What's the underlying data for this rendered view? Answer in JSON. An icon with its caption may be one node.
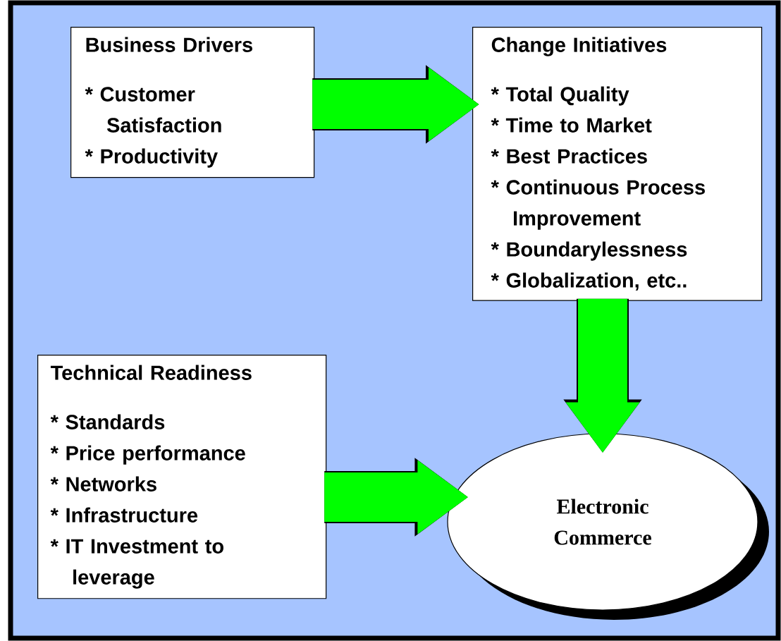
{
  "diagram": {
    "nodes": [
      {
        "text": [
          "Business Drivers",
          "* Customer Satisfaction",
          "* Productivity"
        ]
      },
      {
        "text": [
          "Change Initiatives",
          "* Total Quality",
          "* Time to Market",
          "* Best Practices",
          "* Continuous Process Improvement",
          "* Boundarylessness",
          "* Globalization, etc.."
        ]
      },
      {
        "text": [
          "Technical Readiness",
          "* Standards",
          "* Price performance",
          "* Networks",
          "* Infrastructure",
          "* IT Investment to leverage"
        ]
      },
      {
        "text": [
          "Electronic Commerce"
        ]
      }
    ],
    "edges": [
      {
        "from": 0,
        "to": 1,
        "arrow": "to"
      },
      {
        "from": 1,
        "to": 3,
        "arrow": "to"
      },
      {
        "from": 2,
        "to": 3,
        "arrow": "to"
      }
    ]
  }
}
